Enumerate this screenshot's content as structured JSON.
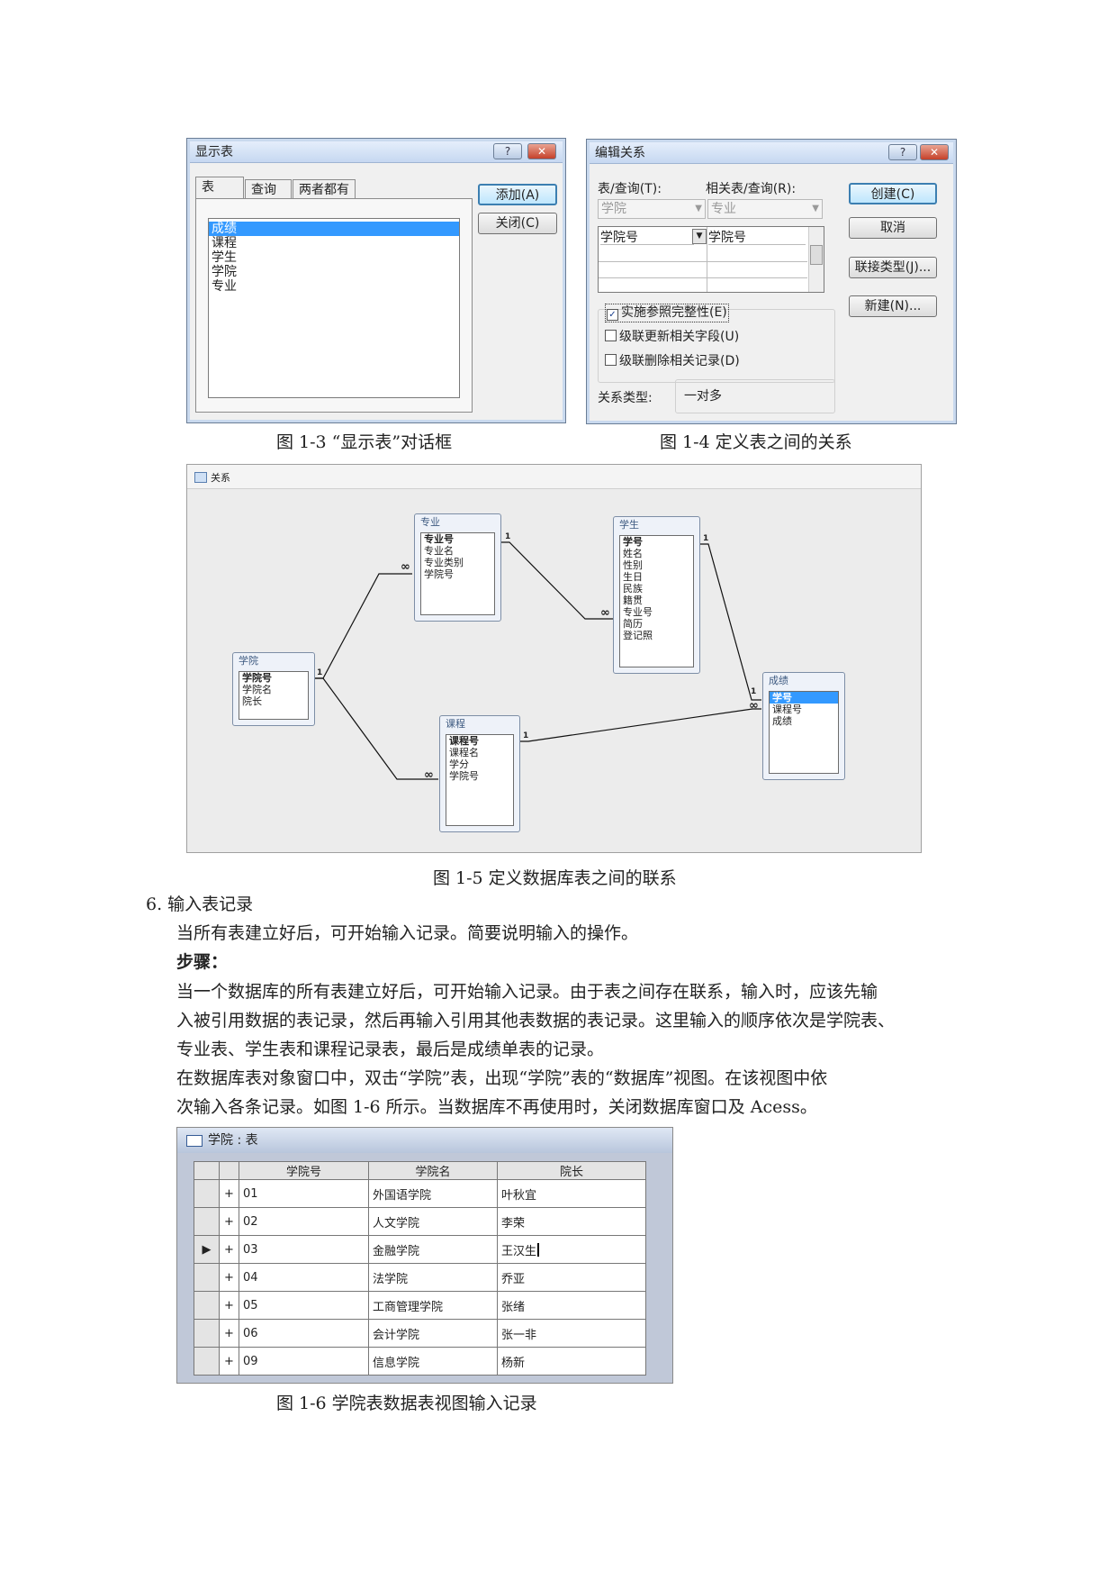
{
  "show_table_dialog": {
    "title": "显示表",
    "tabs": [
      "表",
      "查询",
      "两者都有"
    ],
    "items": [
      "成绩",
      "课程",
      "学生",
      "学院",
      "专业"
    ],
    "add_button": "添加(A)",
    "close_button": "关闭(C)"
  },
  "edit_relation_dialog": {
    "title": "编辑关系",
    "table_query_label": "表/查询(T):",
    "related_label": "相关表/查询(R):",
    "table_value": "学院",
    "related_value": "专业",
    "field_left": "学院号",
    "field_right": "学院号",
    "enforce_integrity": "实施参照完整性(E)",
    "cascade_update": "级联更新相关字段(U)",
    "cascade_delete": "级联删除相关记录(D)",
    "relation_type_label": "关系类型:",
    "relation_type_value": "一对多",
    "create_button": "创建(C)",
    "cancel_button": "取消",
    "join_type_button": "联接类型(J)...",
    "new_button": "新建(N)..."
  },
  "captions": {
    "fig13": "图 1-3 “显示表”对话框",
    "fig14": "图 1-4 定义表之间的关系",
    "fig15": "图 1-5 定义数据库表之间的联系",
    "fig16": "图 1-6 学院表数据表视图输入记录"
  },
  "relationships": {
    "window_title": "关系",
    "tables": [
      {
        "name": "学院",
        "fields": [
          "学院号",
          "学院名",
          "院长"
        ]
      },
      {
        "name": "专业",
        "fields": [
          "专业号",
          "专业名",
          "专业类别",
          "学院号"
        ]
      },
      {
        "name": "学生",
        "fields": [
          "学号",
          "姓名",
          "性别",
          "生日",
          "民族",
          "籍贯",
          "专业号",
          "简历",
          "登记照"
        ]
      },
      {
        "name": "课程",
        "fields": [
          "课程号",
          "课程名",
          "学分",
          "学院号"
        ]
      },
      {
        "name": "成绩",
        "fields": [
          "学号",
          "课程号",
          "成绩"
        ]
      }
    ],
    "one": "1",
    "many": "∞"
  },
  "text": {
    "heading": "6.  输入表记录",
    "intro": "当所有表建立好后，可开始输入记录。简要说明输入的操作。",
    "steps_label": "步骤：",
    "para1_l1": "当一个数据库的所有表建立好后，可开始输入记录。由于表之间存在联系，输入时，应该先输",
    "para1_l2": "入被引用数据的表记录，然后再输入引用其他表数据的表记录。这里输入的顺序依次是学院表、",
    "para1_l3": "专业表、学生表和课程记录表，最后是成绩单表的记录。",
    "para2_l1": "在数据库表对象窗口中，双击“学院”表，出现“学院”表的“数据库”视图。在该视图中依",
    "para2_l2": "次输入各条记录。如图 1-6 所示。当数据库不再使用时，关闭数据库窗口及 Acess。"
  },
  "datasheet": {
    "title": "学院 : 表",
    "columns": [
      "学院号",
      "学院名",
      "院长"
    ],
    "rows": [
      {
        "id": "01",
        "name": "外国语学院",
        "dean": "叶秋宜"
      },
      {
        "id": "02",
        "name": "人文学院",
        "dean": "李荣"
      },
      {
        "id": "03",
        "name": "金融学院",
        "dean": "王汉生"
      },
      {
        "id": "04",
        "name": "法学院",
        "dean": "乔亚"
      },
      {
        "id": "05",
        "name": "工商管理学院",
        "dean": "张绪"
      },
      {
        "id": "06",
        "name": "会计学院",
        "dean": "张一非"
      },
      {
        "id": "09",
        "name": "信息学院",
        "dean": "杨新"
      }
    ],
    "expand": "+",
    "current_marker": "▶"
  }
}
